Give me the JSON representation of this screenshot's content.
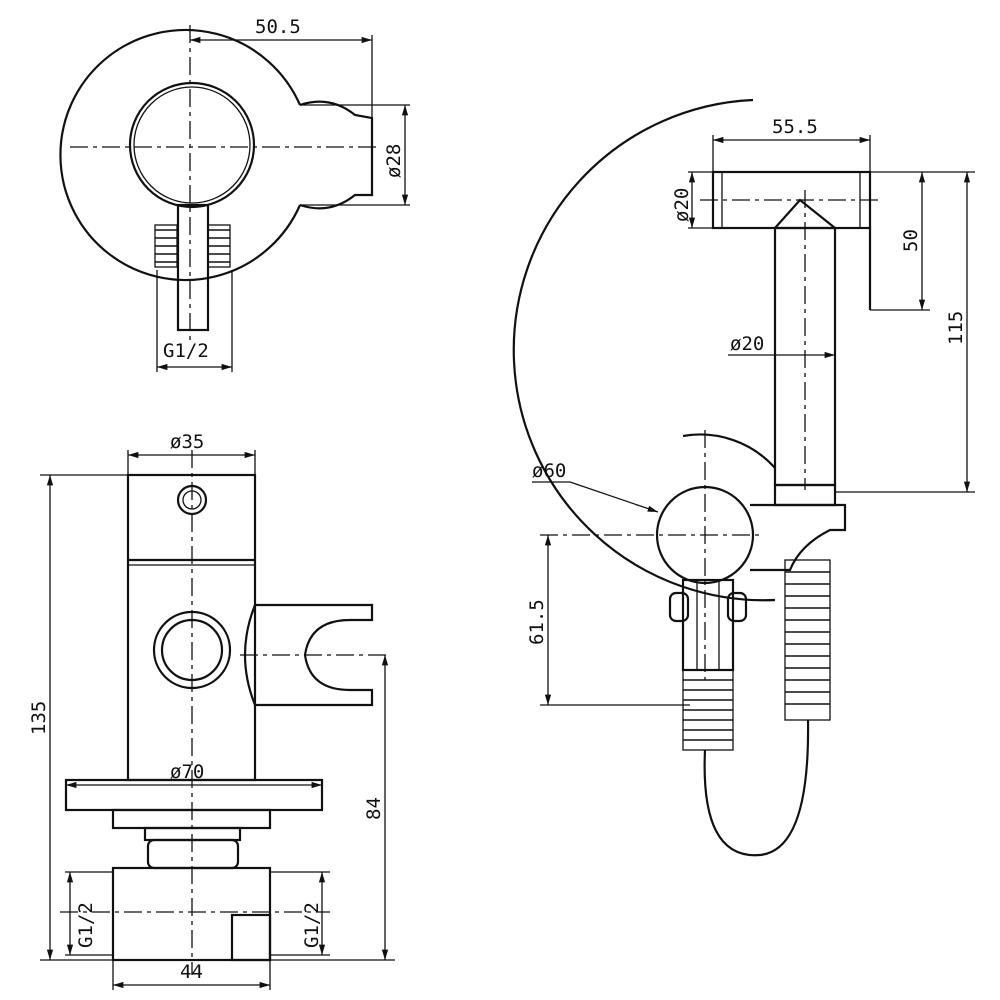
{
  "drawing": {
    "top_view": {
      "width_dim": "50.5",
      "holder_dia": "ø28",
      "thread": "G1/2"
    },
    "front_view": {
      "body_dia": "ø35",
      "plate_dia": "ø70",
      "height_total": "135",
      "height_holder": "84",
      "thread_left": "G1/2",
      "thread_right": "G1/2",
      "base_width": "44"
    },
    "sprayer_view": {
      "head_length": "55.5",
      "head_dia": "ø20",
      "head_height": "50",
      "tube_dia": "ø20",
      "total_height": "115",
      "plate_dia": "ø60",
      "valve_height": "61.5"
    }
  }
}
